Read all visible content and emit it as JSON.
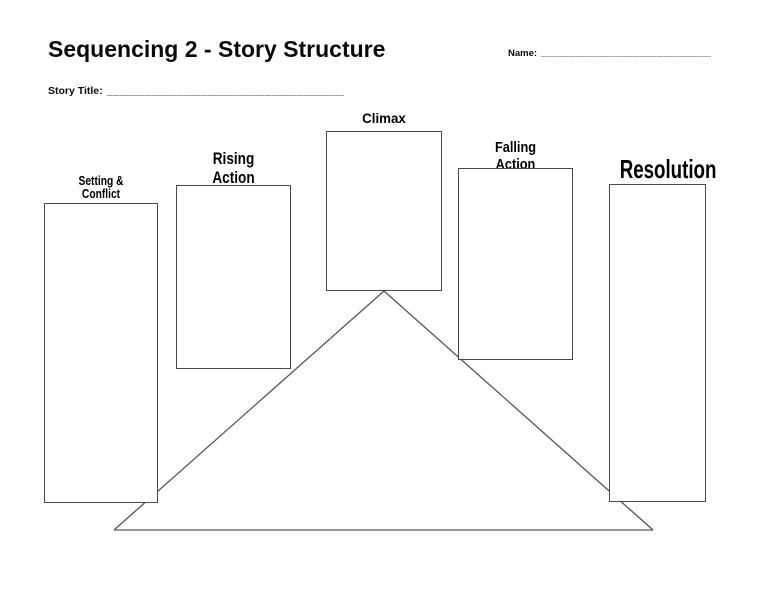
{
  "header": {
    "title": "Sequencing 2 - Story Structure"
  },
  "name_field": {
    "label": "Name:",
    "line": "__________________________________"
  },
  "story_title_field": {
    "label": "Story Title:",
    "line": "______________________________________________"
  },
  "diagram": {
    "boxes": [
      {
        "id": "setting-conflict",
        "label_line1": "Setting &",
        "label_line2": "Conflict"
      },
      {
        "id": "rising-action",
        "label_line1": "Rising",
        "label_line2": "Action"
      },
      {
        "id": "climax",
        "label_line1": "Climax",
        "label_line2": ""
      },
      {
        "id": "falling-action",
        "label_line1": "Falling",
        "label_line2": "Action"
      },
      {
        "id": "resolution",
        "label_line1": "Resolution",
        "label_line2": ""
      }
    ],
    "colors": {
      "box_border": "#4a4a4a",
      "slope_line": "#555555",
      "base_line": "#9a9a9a",
      "text": "#000000"
    }
  }
}
